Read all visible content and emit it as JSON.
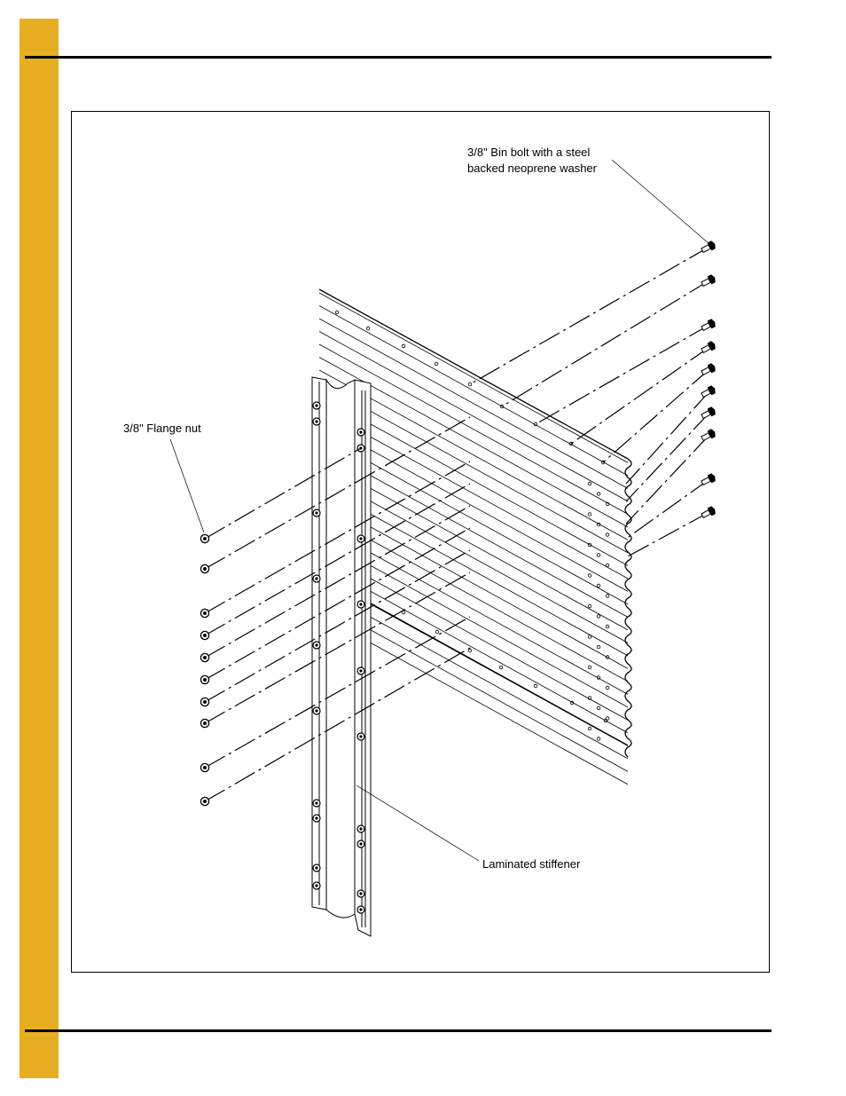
{
  "page": {
    "accent_color": "#E8AE22",
    "rule_color": "#000000"
  },
  "figure": {
    "labels": {
      "bolt_line1": "3/8\" Bin bolt with a steel",
      "bolt_line2": "backed neoprene washer",
      "flange_nut": "3/8\" Flange nut",
      "stiffener": "Laminated stiffener"
    },
    "parts": [
      "bin-bolt-icon",
      "flange-nut-icon",
      "laminated-stiffener",
      "corrugated-sheet"
    ]
  }
}
